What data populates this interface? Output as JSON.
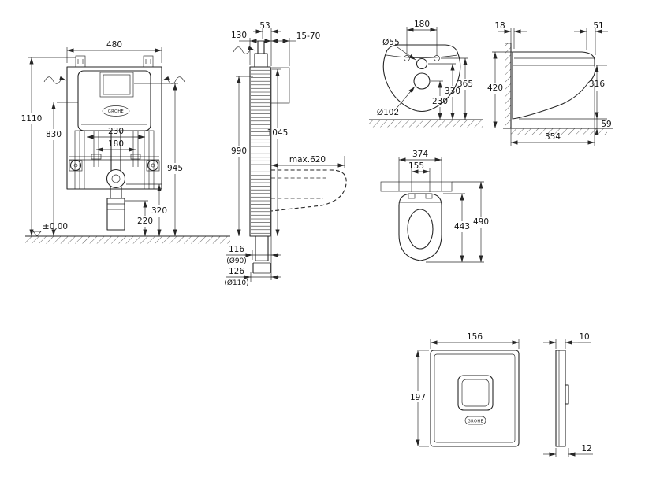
{
  "frame_front": {
    "w480": "480",
    "h1110": "1110",
    "h830": "830",
    "s230": "230",
    "s180": "180",
    "h945": "945",
    "h320": "320",
    "h220": "220",
    "level": "±0,00",
    "brand": "GROHE"
  },
  "frame_side": {
    "d53": "53",
    "d130": "130",
    "finish": "15-70",
    "h1045": "1045",
    "h990": "990",
    "max620": "max.620",
    "o116": "116",
    "o90": "(Ø90)",
    "o126": "126",
    "o110": "(Ø110)"
  },
  "bowl_front": {
    "s180": "180",
    "d55": "Ø55",
    "h365": "365",
    "h330": "330",
    "h230": "230",
    "d102": "Ø102"
  },
  "bowl_side": {
    "g18": "18",
    "t51": "51",
    "h420": "420",
    "h316": "316",
    "d354": "354",
    "g59": "59"
  },
  "bowl_top": {
    "w374": "374",
    "w155": "155",
    "d443": "443",
    "d490": "490"
  },
  "plate_front": {
    "w156": "156",
    "h197": "197",
    "brand": "GROHE"
  },
  "plate_side": {
    "t10": "10",
    "t12": "12"
  }
}
